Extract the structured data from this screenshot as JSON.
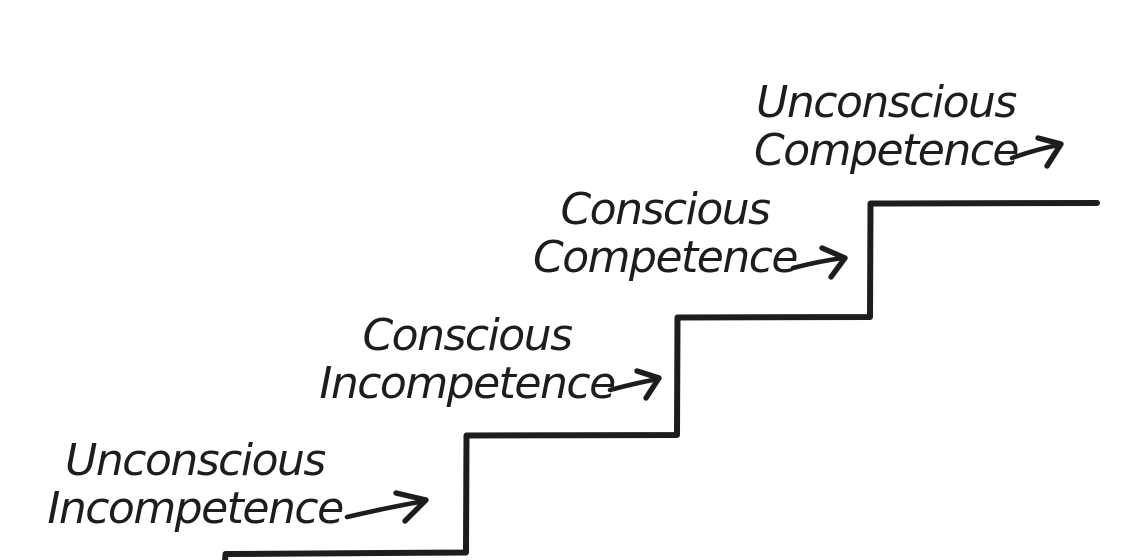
{
  "colors": {
    "ink": "#1d1d1d",
    "background": "#ffffff"
  },
  "stages": [
    {
      "line1": "Unconscious",
      "line2": "Incompetence",
      "icon": "arrow-right"
    },
    {
      "line1": "Conscious",
      "line2": "Incompetence",
      "icon": "arrow-right"
    },
    {
      "line1": "Conscious",
      "line2": "Competence",
      "icon": "arrow-right"
    },
    {
      "line1": "Unconscious",
      "line2": "Competence",
      "icon": "arrow-right"
    }
  ]
}
